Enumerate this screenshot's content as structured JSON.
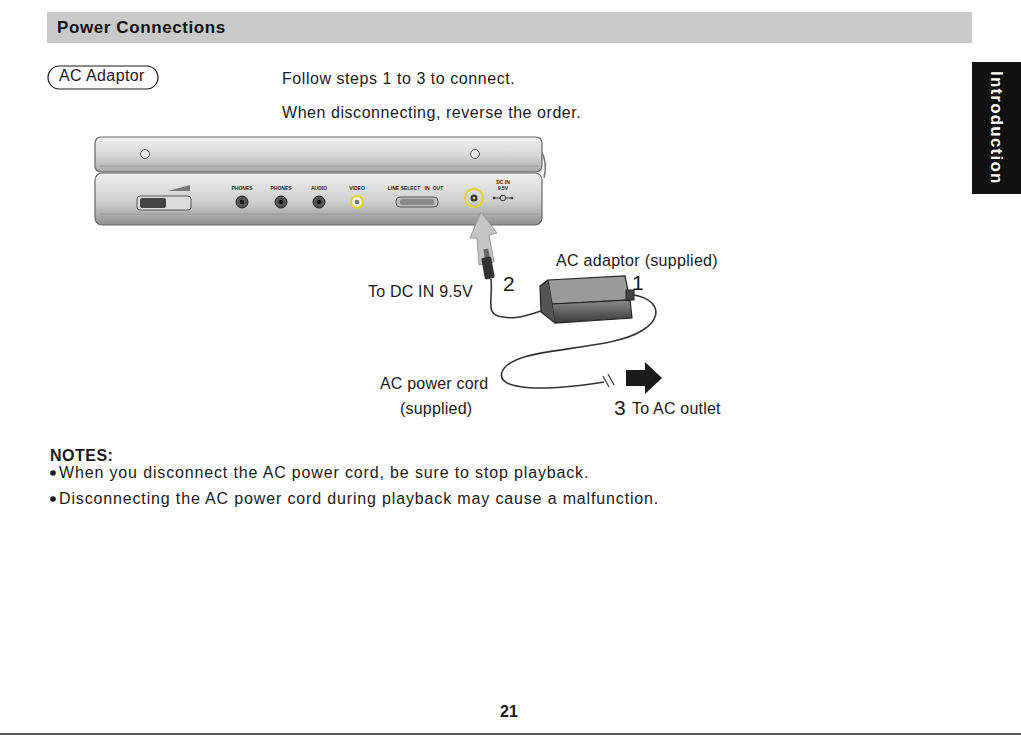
{
  "diagram": {
    "title": "Power Connections",
    "nodes": [
      {
        "text": [
          "AC Adaptor"
        ]
      },
      {
        "text": [
          "Introduction"
        ]
      }
    ],
    "labels": [
      "Follow steps 1 to 3 to connect.",
      "When disconnecting, reverse the order.",
      "PHONES",
      "PHONES",
      "AUDIO",
      "VIDEO",
      "LINE SELECT",
      "IN",
      "OUT",
      "DC IN",
      "9.5V",
      "AC adaptor (supplied)",
      "1",
      "To DC IN 9.5V",
      "2",
      "AC power cord",
      "(supplied)",
      "3",
      "To AC outlet",
      "NOTES:",
      "When you disconnect the AC power cord, be sure to stop playback.",
      "Disconnecting the AC power cord during playback may cause a malfunction.",
      "21"
    ]
  }
}
